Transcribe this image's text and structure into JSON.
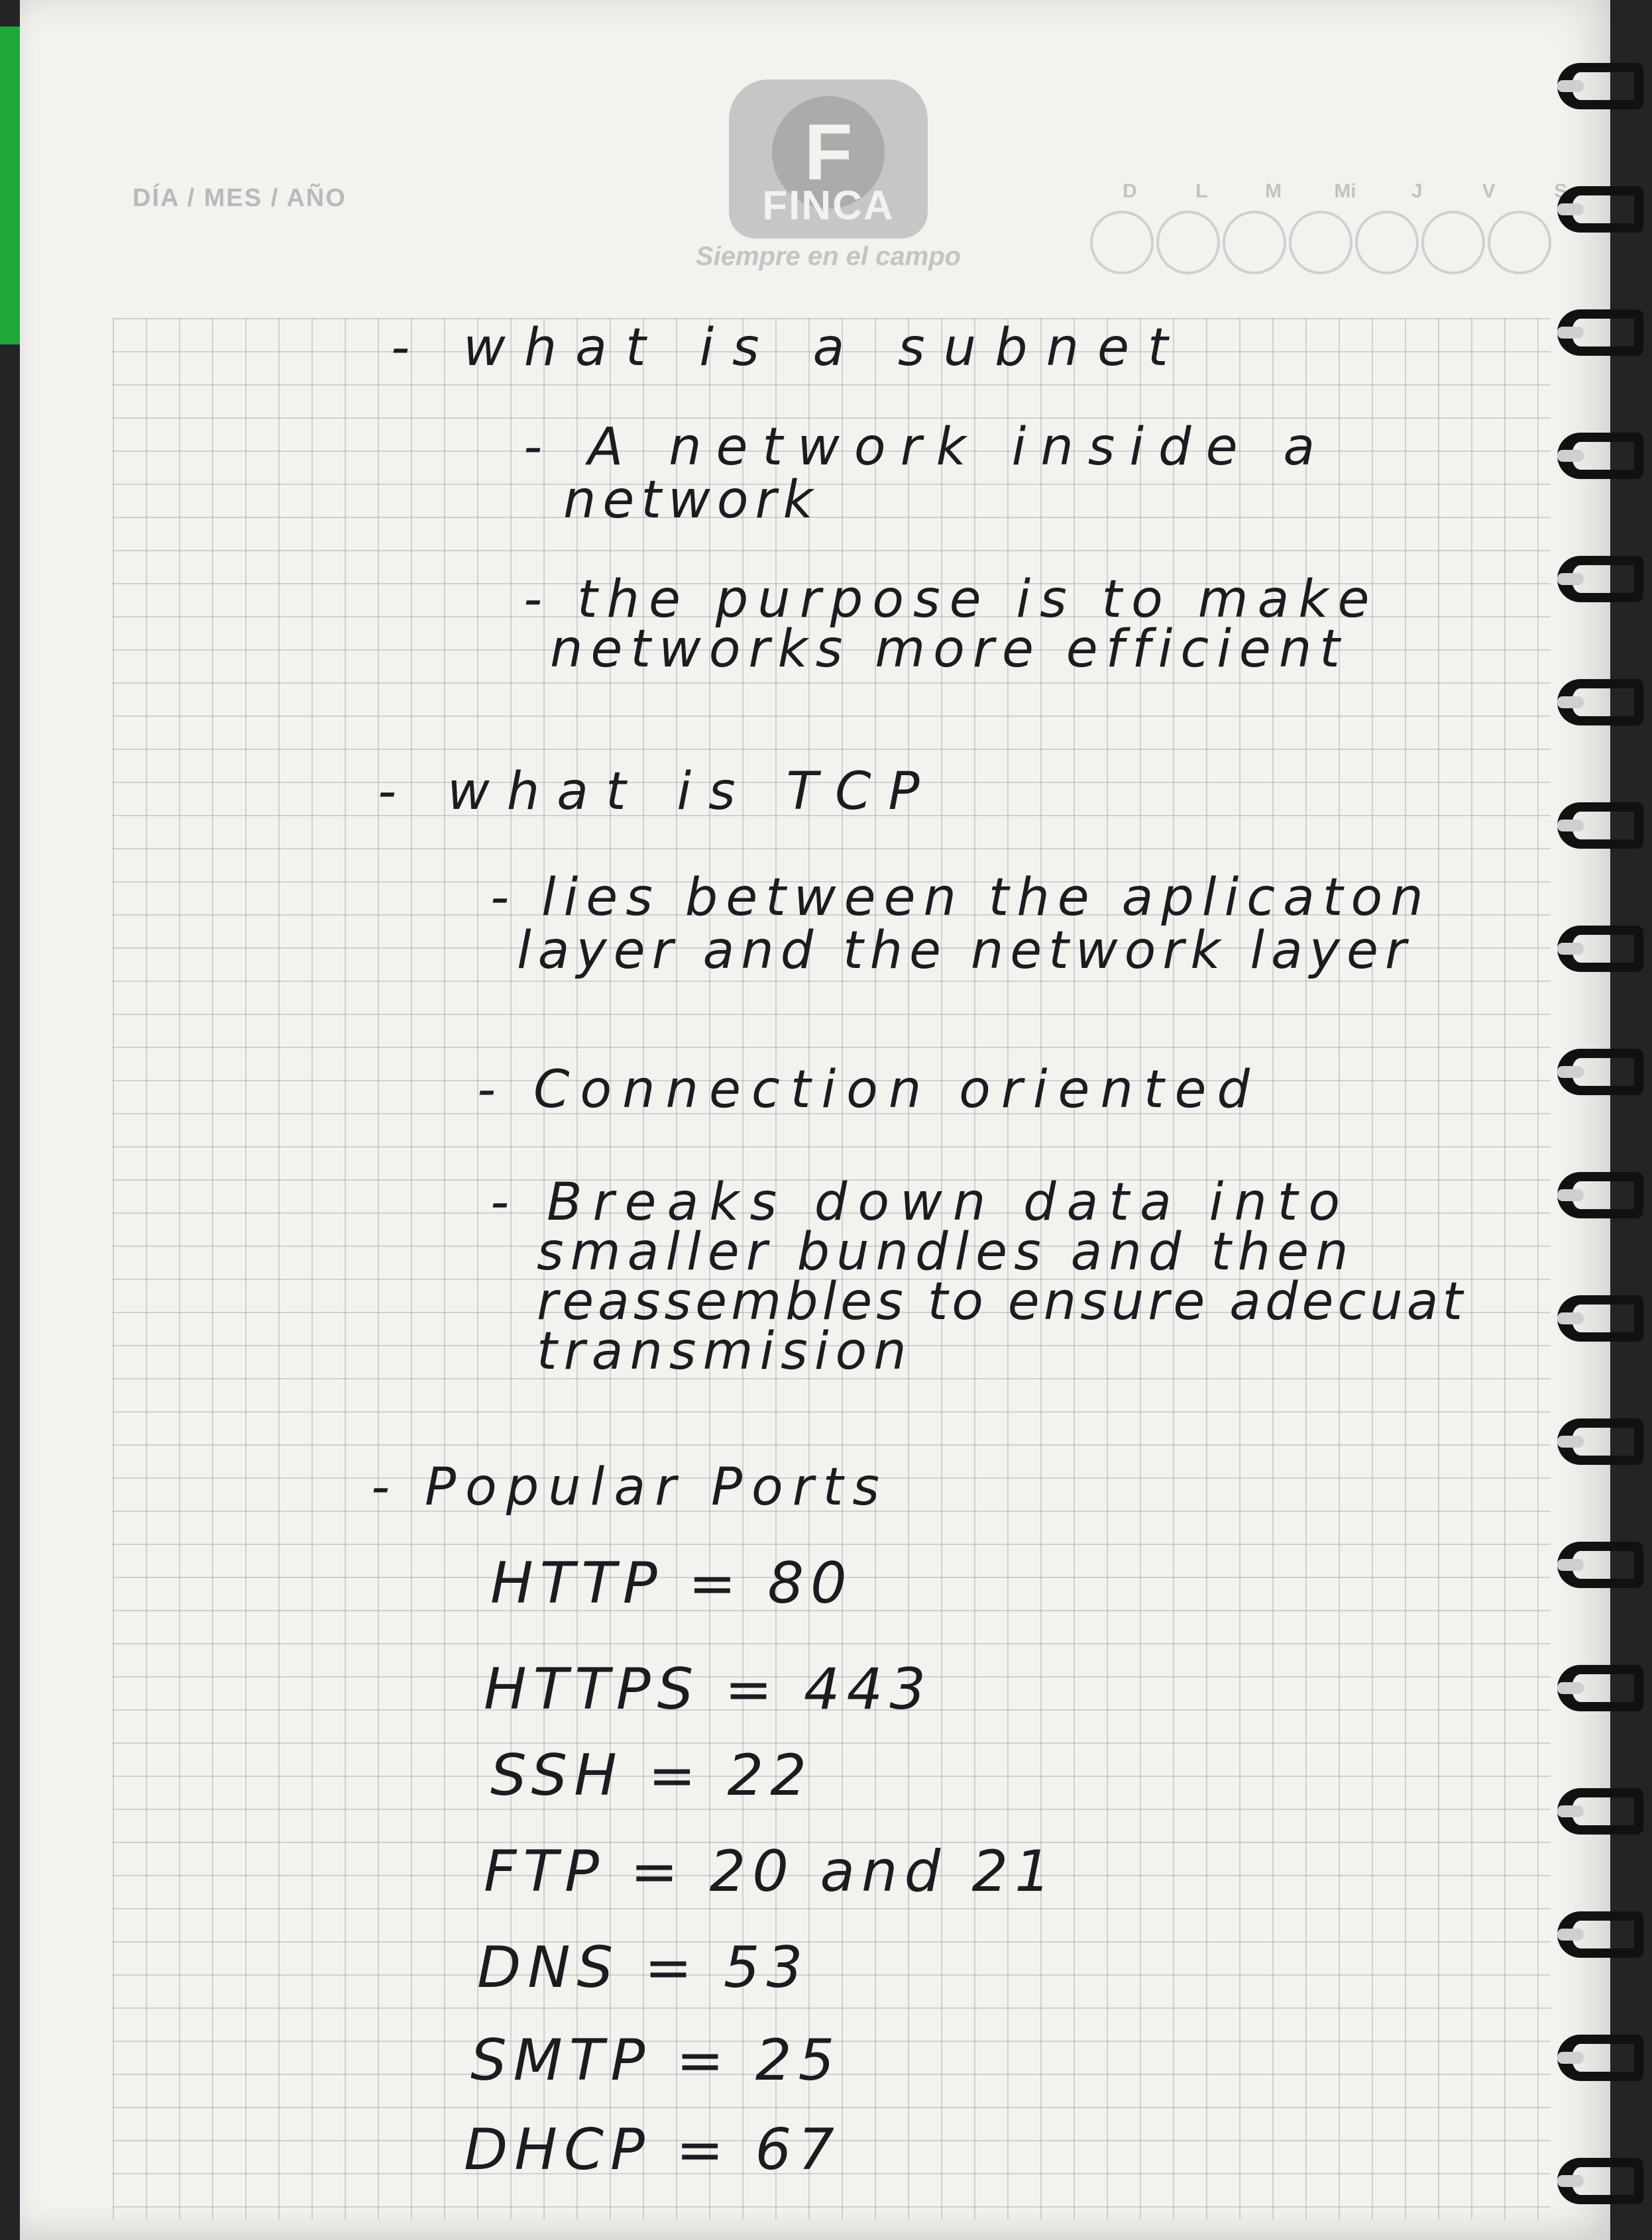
{
  "header": {
    "date_label": "DÍA / MES / AÑO",
    "logo_letter": "F",
    "logo_name": "FINCA",
    "logo_slogan": "Siempre en el campo",
    "weekdays": [
      "D",
      "L",
      "M",
      "Mi",
      "J",
      "V",
      "S"
    ]
  },
  "notes": {
    "subnet_heading": "- what is a subnet",
    "subnet_point1_line1": "- A network inside a",
    "subnet_point1_line2": "network",
    "subnet_point2_line1": "- the purpose is to make",
    "subnet_point2_line2": "networks more efficient",
    "tcp_heading": "- what is TCP",
    "tcp_point1_line1": "- lies between the aplicaton",
    "tcp_point1_line2": "layer and the network layer",
    "tcp_point2": "- Connection oriented",
    "tcp_point3_line1": "- Breaks down data into",
    "tcp_point3_line2": "smaller bundles and then",
    "tcp_point3_line3": "reassembles to ensure adecuat",
    "tcp_point3_line4": "transmision",
    "ports_heading": "- Popular Ports",
    "ports": [
      "HTTP = 80",
      "HTTPS = 443",
      "SSH = 22",
      "FTP = 20 and 21",
      "DNS = 53",
      "SMTP = 25",
      "DHCP = 67"
    ]
  },
  "colors": {
    "paper": "#f3f2ef",
    "ink": "#1c1c20",
    "grid": "#9a9aa2",
    "accent_strip": "#1fa83a",
    "print_gray": "#b9b9b9"
  }
}
